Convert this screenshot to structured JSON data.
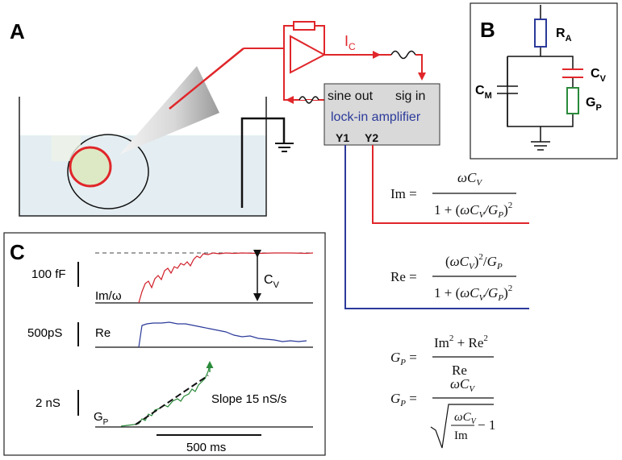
{
  "panels": {
    "a": "A",
    "b": "B",
    "c": "C"
  },
  "amplifier": {
    "sine_out": "sine out",
    "sig_in": "sig in",
    "name": "lock-in amplifier",
    "y1": "Y1",
    "y2": "Y2",
    "current_label": "I",
    "current_sub": "C"
  },
  "circuit": {
    "ra": "R",
    "ra_sub": "A",
    "cm": "C",
    "cm_sub": "M",
    "cv": "C",
    "cv_sub": "V",
    "gp": "G",
    "gp_sub": "P"
  },
  "traces": {
    "im_scale": "100 fF",
    "im_label": "Im/ω",
    "cv_marker": "C",
    "cv_marker_sub": "V",
    "re_scale": "500pS",
    "re_label": "Re",
    "gp_scale": "2 nS",
    "gp_label": "G",
    "gp_label_sub": "P",
    "slope_label": "Slope 15 nS/s",
    "time_scale": "500 ms"
  },
  "equations": {
    "im_lhs": "Im =",
    "re_lhs": "Re =",
    "gp_lhs": "G",
    "gp_sub": "P"
  },
  "colors": {
    "red": "#e0262a",
    "blue": "#2b3a9a",
    "green": "#2a8a3a",
    "gray_box": "#d9d9d9",
    "bath": "#e4eef2"
  }
}
